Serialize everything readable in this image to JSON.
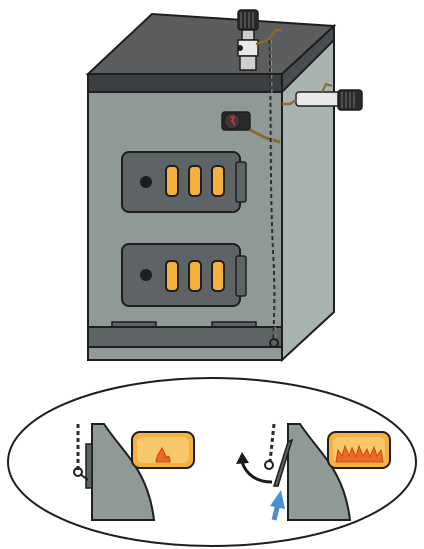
{
  "illustration": {
    "subject": "boiler",
    "colors": {
      "background": "#ffffff",
      "body_front": "#8f9a97",
      "body_side": "#a9b3b1",
      "top": "#5b5d5f",
      "top_edge": "#3c3f41",
      "door": "#5e6465",
      "window_glow": "#f5b13f",
      "chain": "#2b2b2b",
      "arrow_black": "#1b1b1b",
      "arrow_blue": "#4a8fd4",
      "outline": "#1e1e1e"
    },
    "icons": [
      "thermostat-regulator-icon",
      "safety-valve-icon",
      "pressure-gauge-icon",
      "chain-icon",
      "flame-icon",
      "arrow-open-icon",
      "airflow-arrow-icon"
    ],
    "detail": {
      "left_state": "damper-closed-low-flame",
      "right_state": "damper-open-high-flame"
    }
  }
}
